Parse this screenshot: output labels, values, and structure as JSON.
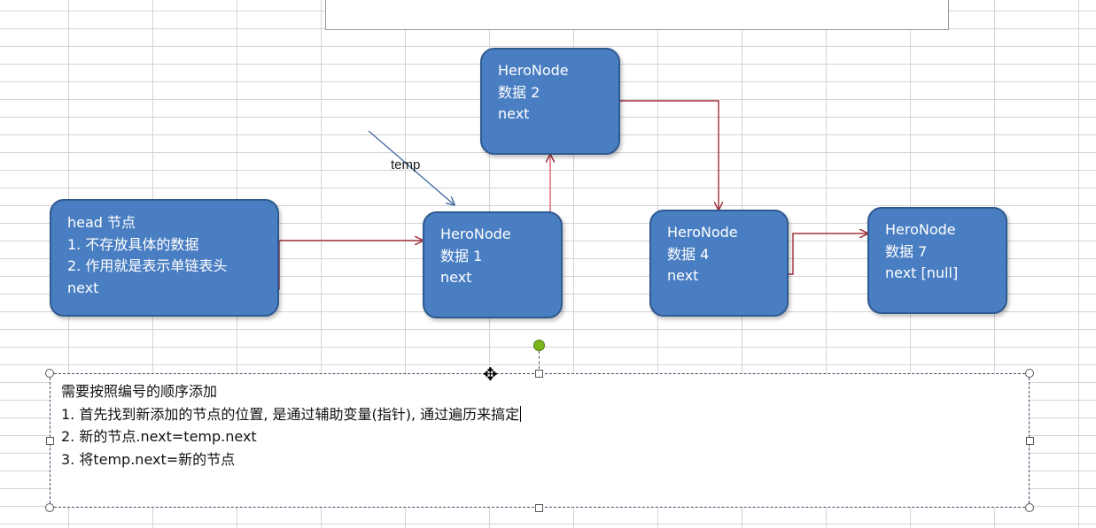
{
  "nodes": {
    "head": {
      "lines": [
        "head 节点",
        "1. 不存放具体的数据",
        "2. 作用就是表示单链表头",
        "next"
      ]
    },
    "n1": {
      "lines": [
        "HeroNode",
        "数据 1",
        "next"
      ]
    },
    "n2": {
      "lines": [
        "HeroNode",
        "数据 2",
        "next"
      ]
    },
    "n4": {
      "lines": [
        "HeroNode",
        "数据 4",
        "next"
      ]
    },
    "n7": {
      "lines": [
        "HeroNode",
        "数据 7",
        "next [null]"
      ]
    }
  },
  "temp_label": "temp",
  "note": {
    "lines": [
      "需要按照编号的顺序添加",
      "1. 首先找到新添加的节点的位置, 是通过辅助变量(指针), 通过遍历来搞定",
      "2. 新的节点.next=temp.next",
      "3. 将temp.next=新的节点"
    ]
  },
  "colors": {
    "node_fill": "#4a7ec2",
    "node_border": "#2f5a8f",
    "link_arrow": "#a0303a",
    "temp_arrow": "#4a6fa5"
  }
}
